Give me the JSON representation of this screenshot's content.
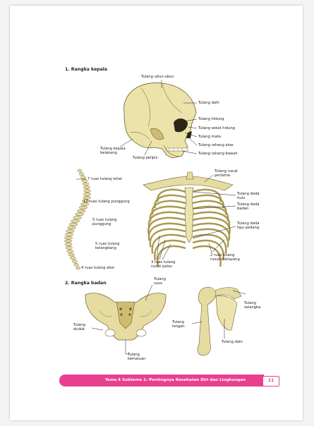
{
  "section1": {
    "heading": "1. Rangka kepala"
  },
  "skull_labels": {
    "ubun": "Tulang ubun-ubun",
    "dahi": "Tulang dahi",
    "hidung": "Tulang hidung",
    "sekat": "Tulang sekat hidung",
    "mata": "Tulang mata",
    "rahang_atas": "Tulang rahang atas",
    "rahang_bawah": "Tulang rahang bawah",
    "kepala_belakang_1": "Tulang kepala",
    "kepala_belakang_2": "belakang",
    "pelipis": "Tulang pelipis"
  },
  "spine_labels": {
    "leher": "7 ruas tulang leher",
    "punggung12": "12 ruas tulang punggung",
    "punggung5_1": "5 ruas tulang",
    "punggung5_2": "punggung",
    "kelangkang_1": "5 ruas tulang",
    "kelangkang_2": "kelangkang",
    "ekor": "4 ruas tulang ekor"
  },
  "rib_labels": {
    "pertama_1": "Tulang rusuk",
    "pertama_2": "pertama",
    "hulu_1": "Tulang dada",
    "hulu_2": "hulu",
    "badan_1": "Tulang dada",
    "badan_2": "badan",
    "taju_1": "Tulang dada",
    "taju_2": "taju pedang",
    "melayang_1": "2 ruas tulang",
    "melayang_2": "rusuk melayang",
    "palsu_1": "3 ruas tulang",
    "palsu_2": "rusuk palsu"
  },
  "section2": {
    "heading": "2. Rangka badan"
  },
  "pelvis_labels": {
    "usus_1": "Tulang",
    "usus_2": "usus",
    "duduk_1": "Tulang",
    "duduk_2": "duduk",
    "kemaluan_1": "Tulang",
    "kemaluan_2": "kemaluan"
  },
  "shoulder_labels": {
    "selangka_1": "Tulang",
    "selangka_2": "selangka",
    "lengan_1": "Tulang",
    "lengan_2": "lengan",
    "dahi": "Tulang dahi"
  },
  "footer": {
    "text": "Tema 4 Subtema 1: Pentingnya Kesehatan Diri dan Lingkungan",
    "page_number": "11"
  },
  "colors": {
    "bone": "#e9dfa4",
    "bone_shade": "#c9b870",
    "outline": "#6b5f2e",
    "accent": "#e8408f"
  }
}
